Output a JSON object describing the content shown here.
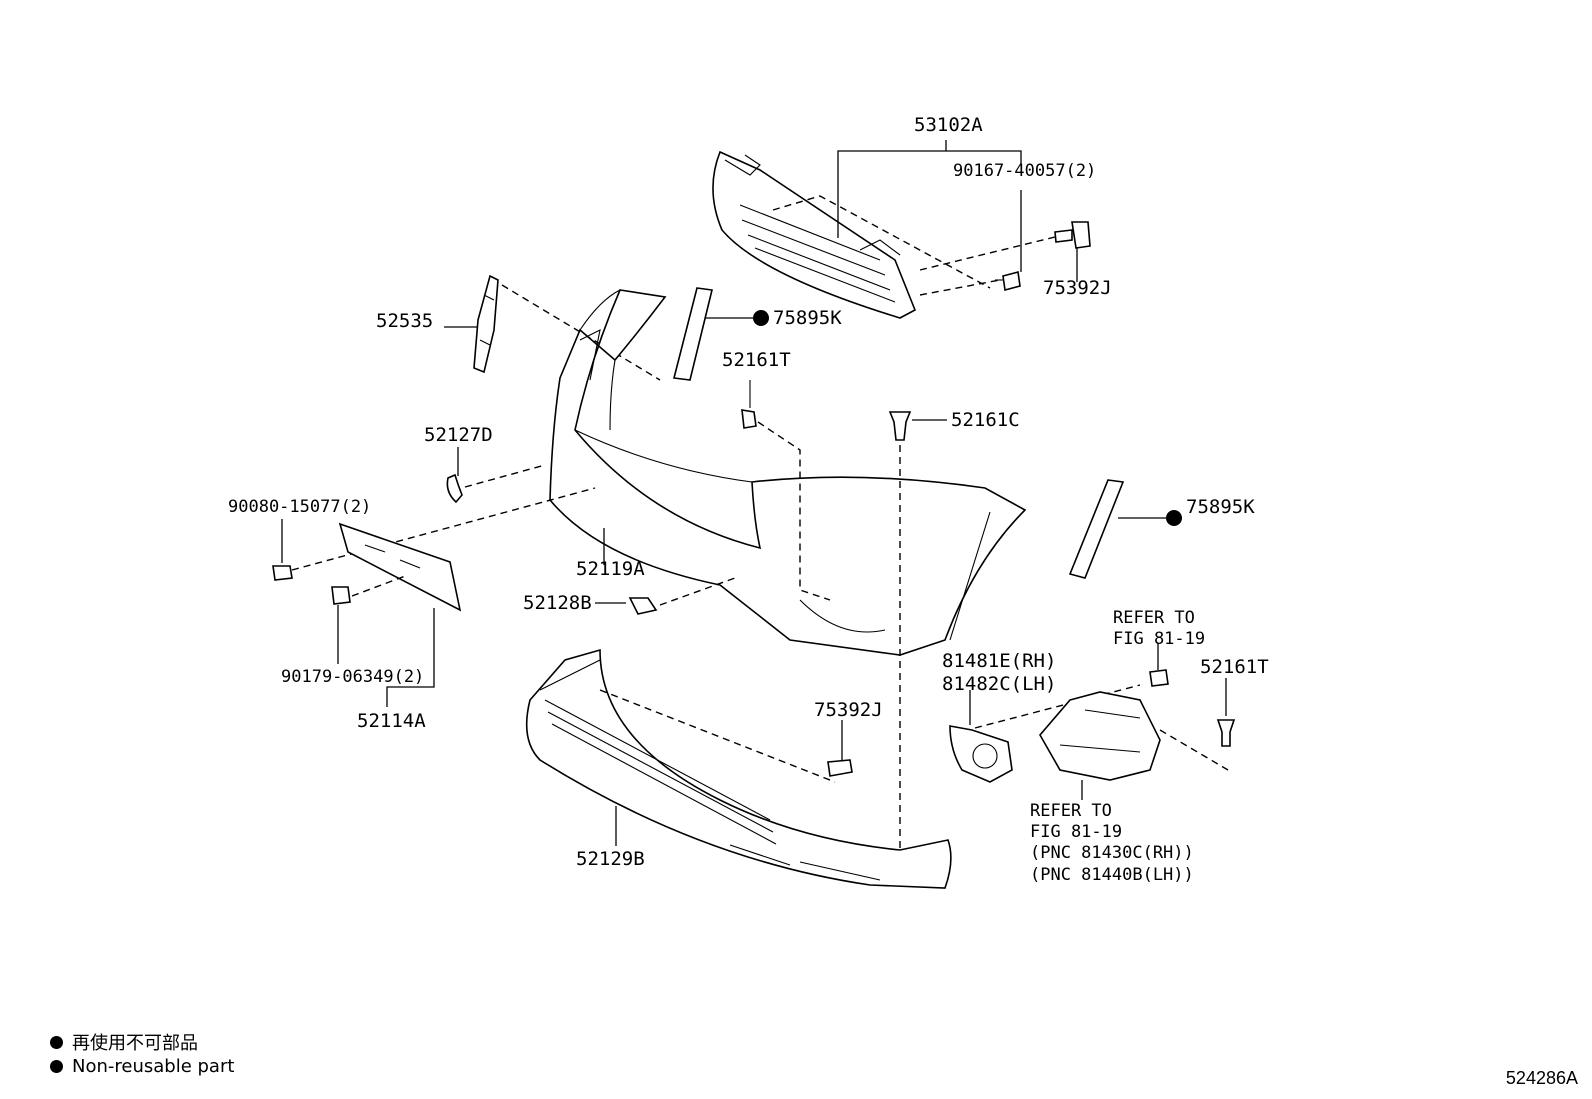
{
  "labels": {
    "p53102A": "53102A",
    "p90167": "90167-40057(2)",
    "p75392J_top": "75392J",
    "p75895K_top": "75895K",
    "p52535": "52535",
    "p52161T_top": "52161T",
    "p52161C": "52161C",
    "p52127D": "52127D",
    "p90080": "90080-15077(2)",
    "p75895K_right": "75895K",
    "p52119A": "52119A",
    "p52128B": "52128B",
    "p90179": "90179-06349(2)",
    "p52114A": "52114A",
    "refer_top_1": "REFER TO",
    "refer_top_2": "FIG 81-19",
    "p81481E": "81481E(RH)",
    "p81482C": "81482C(LH)",
    "p52161T_right": "52161T",
    "p75392J_low": "75392J",
    "p52129B": "52129B",
    "refer_bot_1": "REFER TO",
    "refer_bot_2": "FIG 81-19",
    "refer_bot_3": "(PNC 81430C(RH))",
    "refer_bot_4": "(PNC 81440B(LH))"
  },
  "legend": {
    "line1": "再使用不可部品",
    "line2": "Non-reusable part"
  },
  "figure_code": "524286A"
}
